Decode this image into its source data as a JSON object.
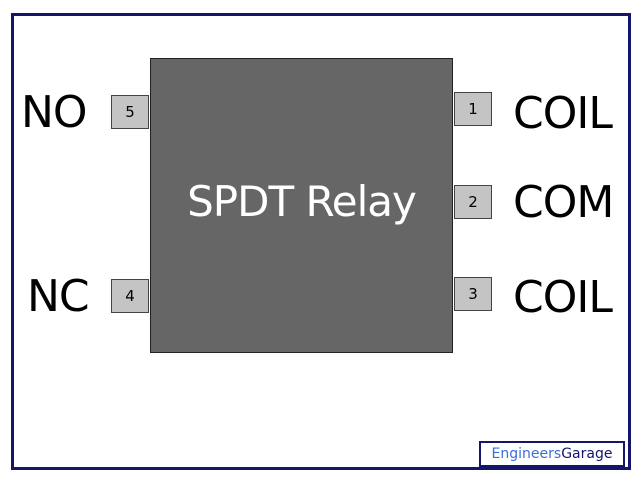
{
  "diagram": {
    "title": "SPDT Relay",
    "pins": [
      {
        "number": "5",
        "label": "NO"
      },
      {
        "number": "4",
        "label": "NC"
      },
      {
        "number": "1",
        "label": "COIL"
      },
      {
        "number": "2",
        "label": "COM"
      },
      {
        "number": "3",
        "label": "COIL"
      }
    ]
  },
  "logo": {
    "part1": "Engineers",
    "part2": "Garage"
  },
  "colors": {
    "frame": "#15156b",
    "chip_body": "#666666",
    "pin_fill": "#c4c4c4",
    "logo_accent": "#3b6fd6"
  }
}
